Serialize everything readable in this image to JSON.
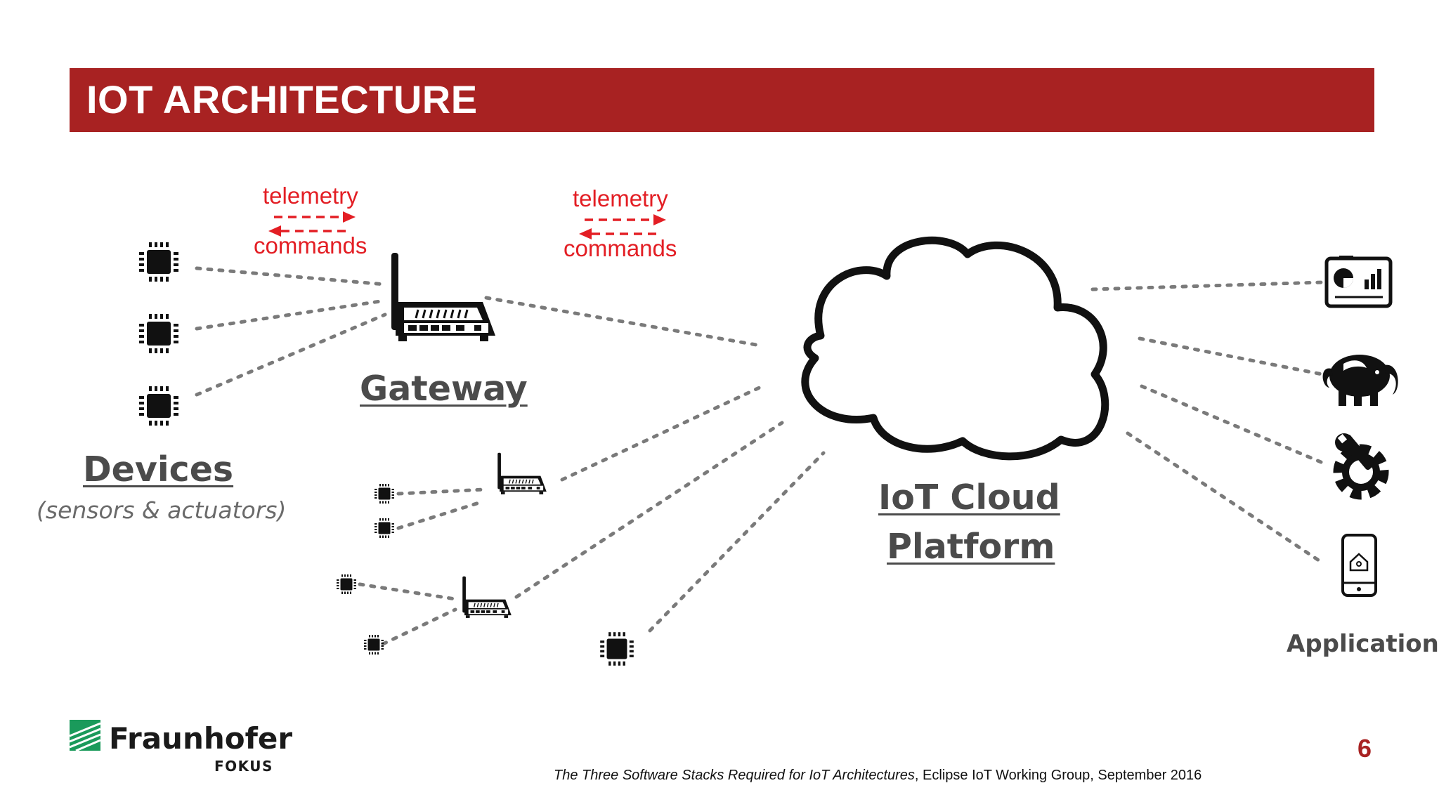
{
  "slide": {
    "title": "IOT ARCHITECTURE",
    "page_number": "6"
  },
  "diagram": {
    "labels": {
      "telemetry_left": "telemetry",
      "commands_left": "commands",
      "telemetry_right": "telemetry",
      "commands_right": "commands",
      "gateway": "Gateway",
      "devices": "Devices",
      "devices_sub": "(sensors & actuators)",
      "cloud_line1": "IoT Cloud",
      "cloud_line2": "Platform",
      "applications": "Applications"
    },
    "icons": [
      "chip-icon",
      "router-icon",
      "cloud-icon",
      "dashboard-icon",
      "elephant-icon",
      "wrench-gear-icon",
      "smartphone-home-icon"
    ]
  },
  "footer": {
    "citation_title": "The Three Software Stacks Required for IoT Architectures",
    "citation_rest": ", Eclipse IoT Working Group, September 2016",
    "logo_name": "Fraunhofer",
    "logo_sub": "FOKUS"
  },
  "colors": {
    "title_bar": "#a82222",
    "accent_red": "#e31e24",
    "logo_green": "#1a9a5b"
  }
}
